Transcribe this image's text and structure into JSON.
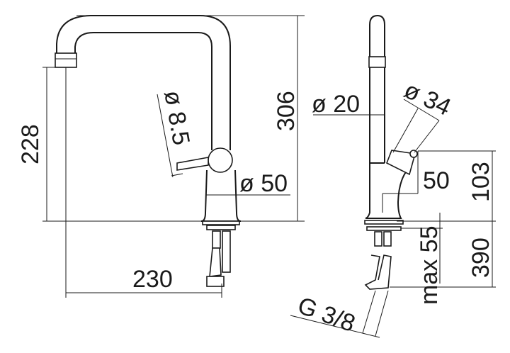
{
  "front_view": {
    "height_total": "306",
    "spout_height": "228",
    "reach": "230",
    "handle_diameter": "ø 50",
    "lever_diameter": "ø 8.5"
  },
  "side_view": {
    "tube_diameter": "ø 20",
    "handle_diameter": "ø 34",
    "handle_offset": "50",
    "handle_height": "103",
    "hose_length": "390",
    "max_deck_thickness": "max 55",
    "connection": "G 3/8"
  }
}
